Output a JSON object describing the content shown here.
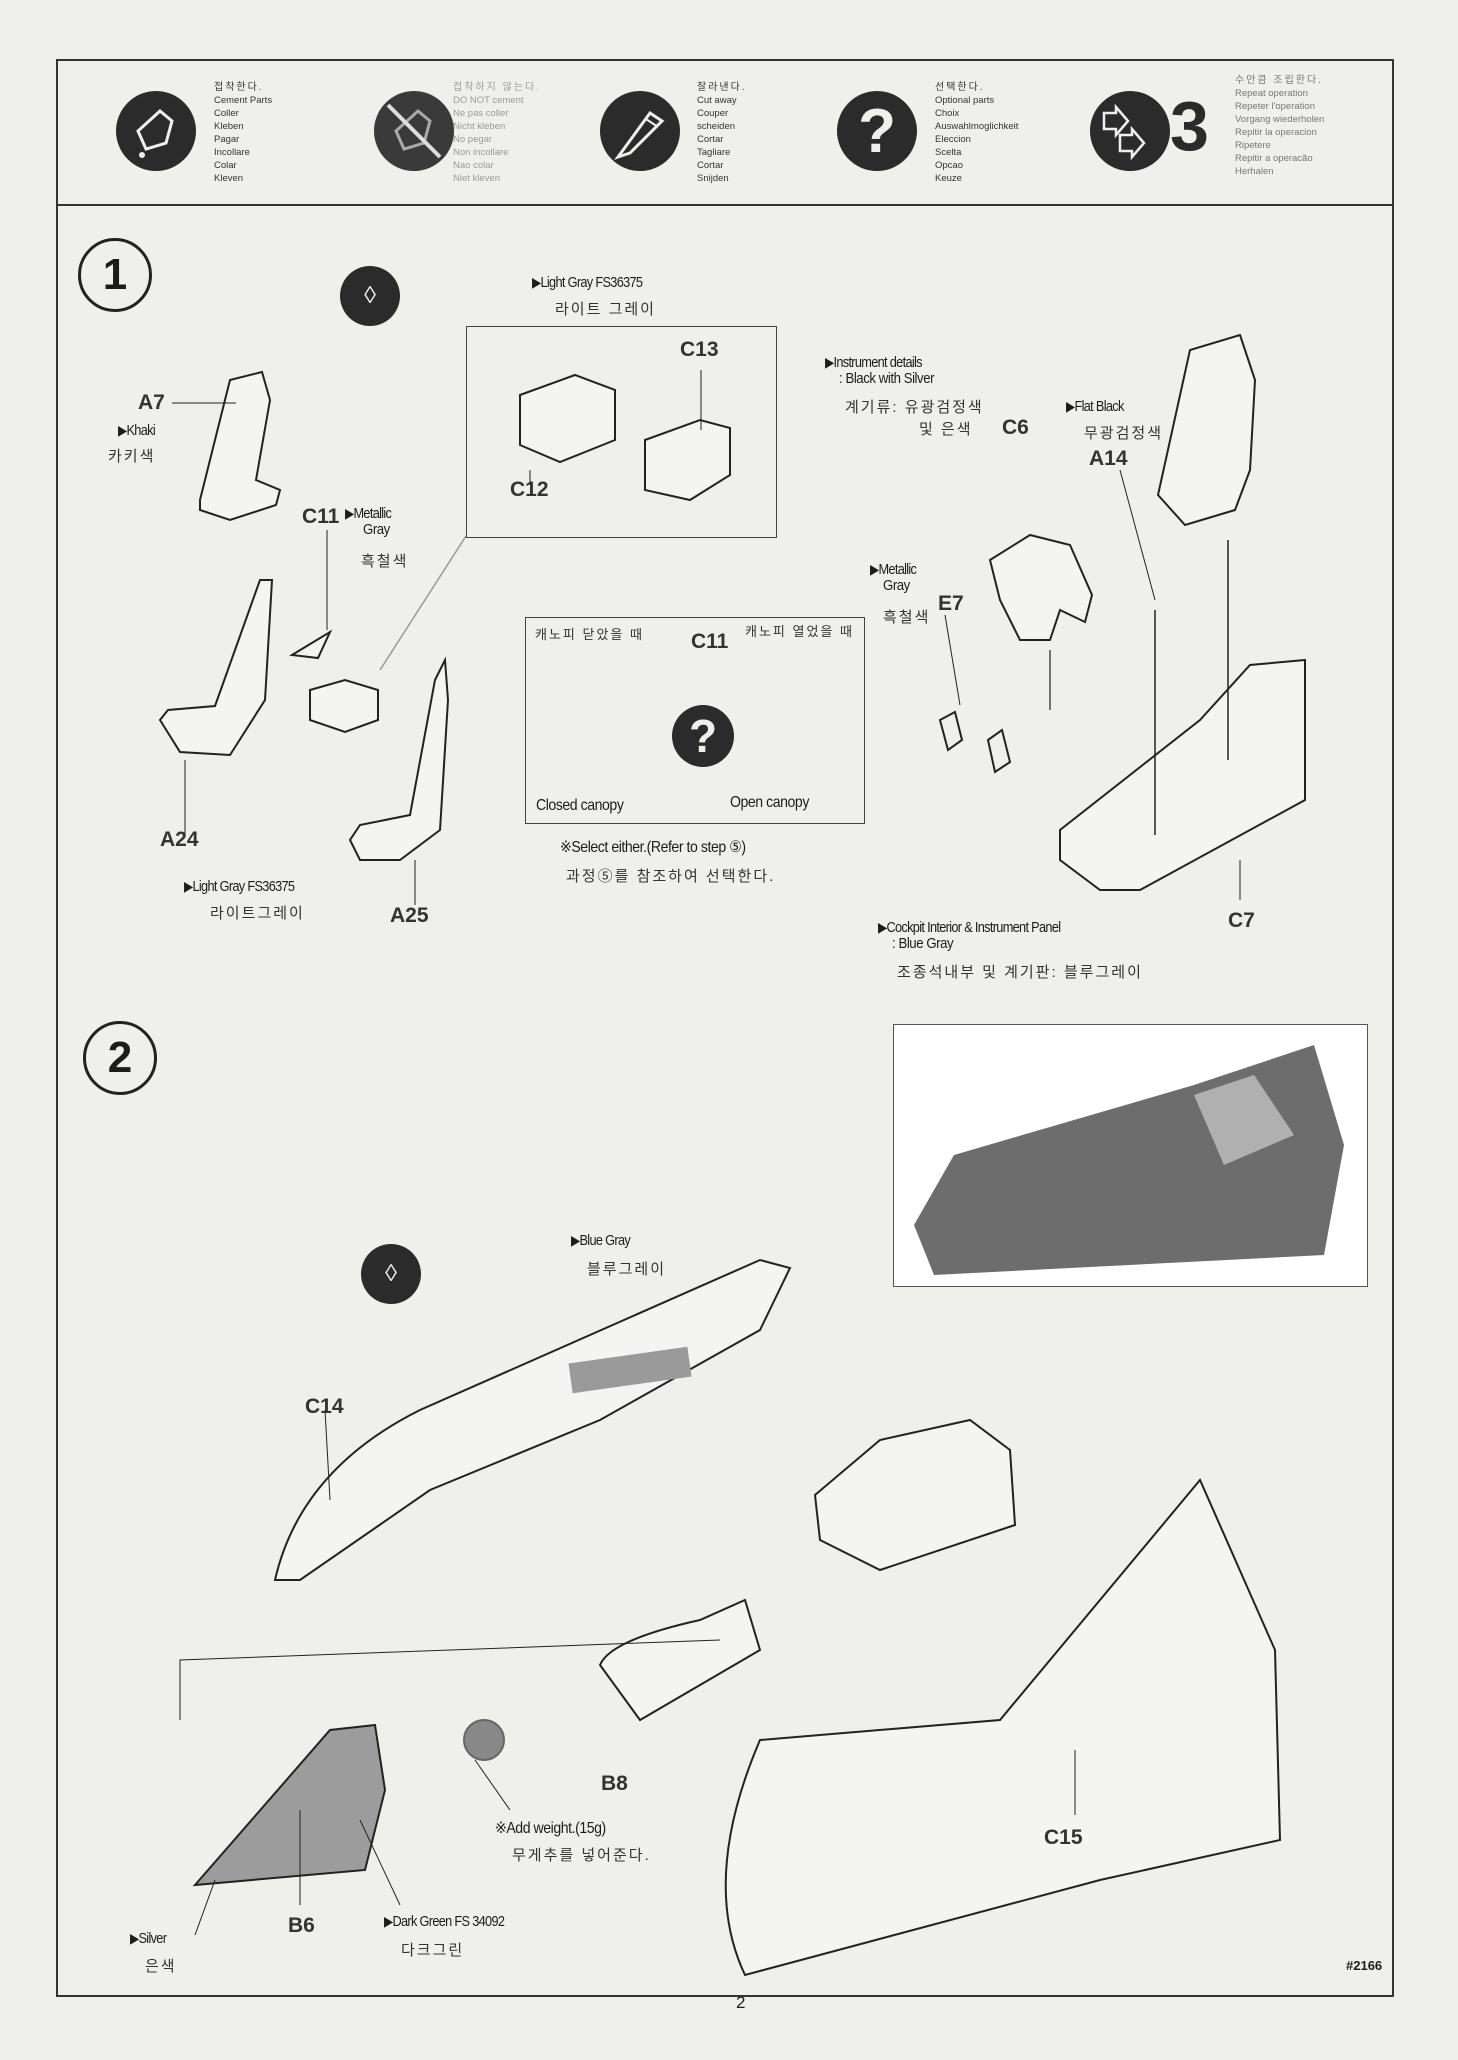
{
  "legend": [
    {
      "icon": "cement-icon",
      "ko": "접착한다.",
      "lines": [
        "Cement Parts",
        "Coller",
        "Kleben",
        "Pagar",
        "Incollare",
        "Colar",
        "Kleven"
      ]
    },
    {
      "icon": "no-cement-icon",
      "ko": "접착하지 않는다.",
      "lines": [
        "DO NOT cement",
        "Ne pas coller",
        "Nicht kleben",
        "No pegar",
        "Non incollare",
        "Nao colar",
        "Niet kleven"
      ]
    },
    {
      "icon": "cut-icon",
      "ko": "잘라낸다.",
      "lines": [
        "Cut away",
        "Couper",
        "scheiden",
        "Cortar",
        "Tagliare",
        "Cortar",
        "Snijden"
      ]
    },
    {
      "icon": "optional-icon",
      "ko": "선택한다.",
      "lines": [
        "Optional parts",
        "Choix",
        "Auswahlmoglichkeit",
        "Eleccion",
        "Scelta",
        "Opcao",
        "Keuze"
      ]
    },
    {
      "icon": "repeat-icon",
      "ko": "수만큼 조립한다.",
      "count": "3",
      "lines": [
        "Repeat operation",
        "Repeter l'operation",
        "Vorgang wiederholen",
        "Repitir la operacion",
        "Ripetere",
        "Repitir a operacão",
        "Herhalen"
      ]
    }
  ],
  "step1": {
    "number": "1",
    "parts": {
      "a7": "A7",
      "c11": "C11",
      "a24": "A24",
      "a25": "A25",
      "c12": "C12",
      "c13": "C13",
      "c6": "C6",
      "a14": "A14",
      "e7": "E7",
      "c7": "C7"
    },
    "colors": {
      "light_gray_top": "Light Gray FS36375",
      "light_gray_top_ko": "라이트 그레이",
      "khaki": "Khaki",
      "khaki_ko": "카키색",
      "metallic_gray_1": "Metallic",
      "metallic_gray_1b": "Gray",
      "metallic_gray_1_ko": "흑철색",
      "light_gray_bottom": "Light Gray FS36375",
      "light_gray_bottom_ko": "라이트그레이",
      "instrument": "Instrument details",
      "instrument_b": ": Black with Silver",
      "instrument_ko": "계기류: 유광검정색",
      "instrument_ko_b": "및 은색",
      "flat_black": "Flat Black",
      "flat_black_ko": "무광검정색",
      "metallic_gray_2": "Metallic",
      "metallic_gray_2b": "Gray",
      "metallic_gray_2_ko": "흑철색",
      "cockpit": "Cockpit Interior & Instrument Panel",
      "cockpit_b": ": Blue Gray",
      "cockpit_ko": "조종석내부 및 계기판: 블루그레이"
    },
    "canopy": {
      "closed_ko": "캐노피 닫았을 때",
      "open_ko": "캐노피 열었을 때",
      "part": "C11",
      "closed": "Closed canopy",
      "open": "Open canopy"
    },
    "select_note": "※Select either.(Refer to step ⑤)",
    "select_note_ko": "과정⑤를 참조하여 선택한다."
  },
  "step2": {
    "number": "2",
    "parts": {
      "c14": "C14",
      "b8": "B8",
      "c15": "C15",
      "b6": "B6"
    },
    "colors": {
      "blue_gray": "Blue Gray",
      "blue_gray_ko": "블루그레이",
      "silver": "Silver",
      "silver_ko": "은색",
      "dark_green": "Dark Green FS 34092",
      "dark_green_ko": "다크그린"
    },
    "weight_note": "※Add weight.(15g)",
    "weight_note_ko": "무게추를 넣어준다."
  },
  "footer": {
    "page": "2",
    "kit_no": "#2166"
  },
  "colors": {
    "ink": "#1c1c1c",
    "paper": "#efefec",
    "icon_fill": "#2b2b2b"
  }
}
